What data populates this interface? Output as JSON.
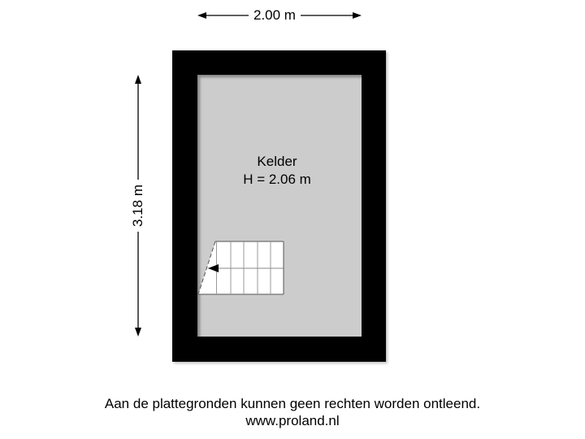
{
  "plan": {
    "width_dimension": "2.00 m",
    "height_dimension": "3.18 m",
    "room": {
      "name": "Kelder",
      "height": "H = 2.06 m"
    },
    "colors": {
      "wall": "#000000",
      "floor": "#cccccc",
      "stairs": "#ffffff",
      "lines": "#000000"
    },
    "stairs": {
      "steps": 6,
      "direction_icon": "arrow-left-icon"
    }
  },
  "footer": {
    "disclaimer": "Aan de plattegronden kunnen geen rechten worden ontleend.",
    "website": "www.proland.nl"
  }
}
